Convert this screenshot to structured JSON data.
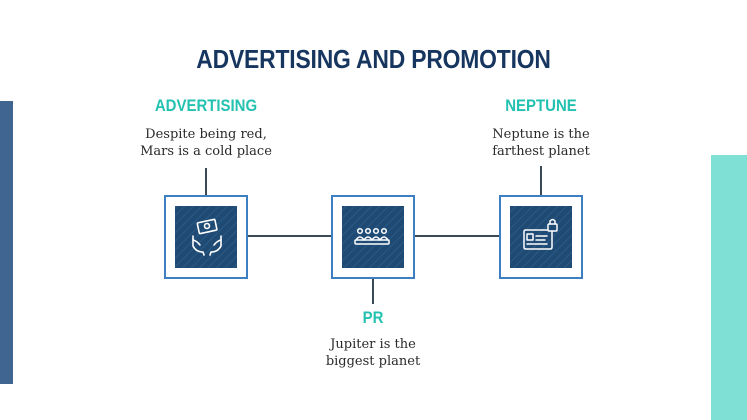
{
  "title": "ADVERTISING AND PROMOTION",
  "colors": {
    "navy": "#17365f",
    "accent_teal": "#22c1b0",
    "box_border": "#3e7fc2",
    "icon_fill": "#1f4a73",
    "connector": "#3b4a57",
    "left_bar": "#3f6590",
    "right_bar": "#7fe0d6"
  },
  "nodes": [
    {
      "icon": "money-hands-icon",
      "label": "ADVERTISING",
      "desc_lines": [
        "Despite being red,",
        "Mars is a cold place"
      ]
    },
    {
      "icon": "audience-icon",
      "label": "PR",
      "desc_lines": [
        "Jupiter is the",
        "biggest planet"
      ]
    },
    {
      "icon": "id-card-lock-icon",
      "label": "NEPTUNE",
      "desc_lines": [
        "Neptune is the",
        "farthest planet"
      ]
    }
  ]
}
